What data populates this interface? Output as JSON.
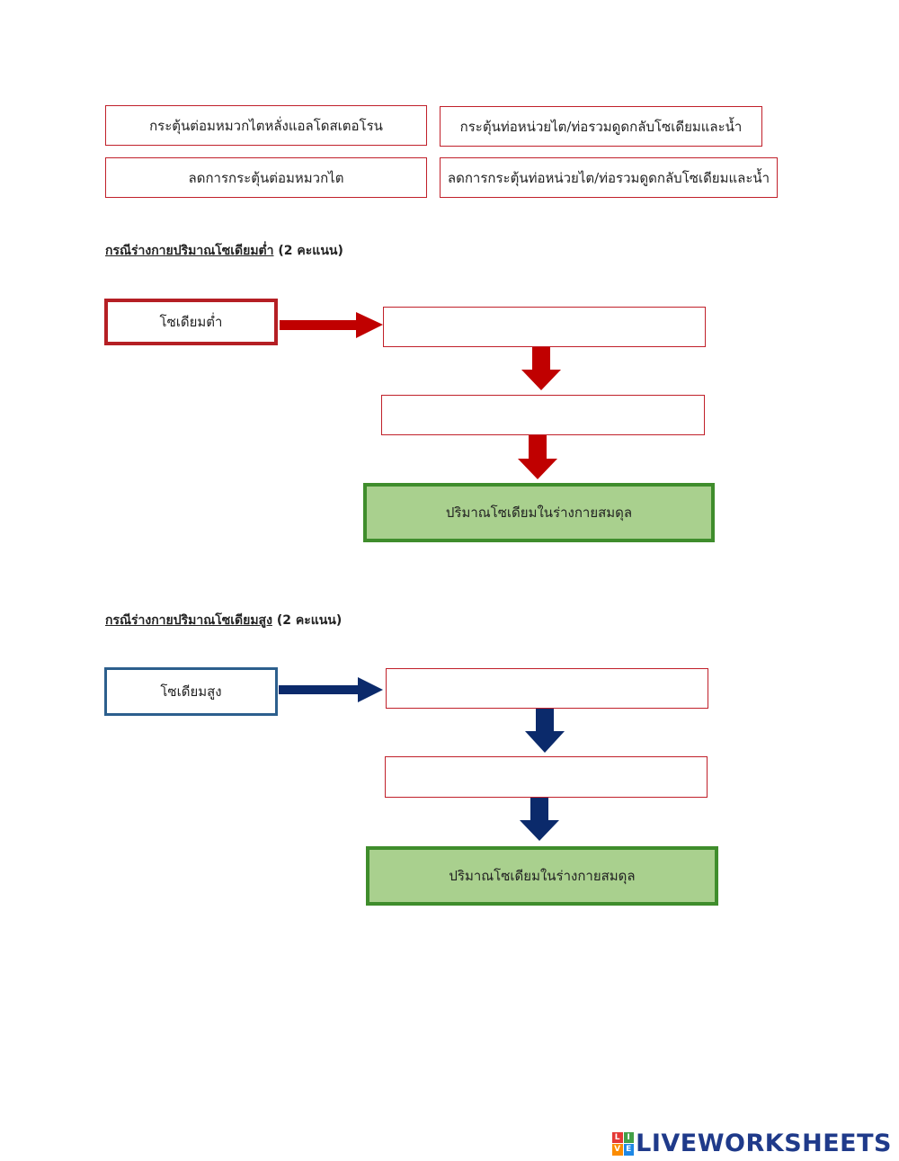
{
  "options": [
    "กระตุ้นต่อมหมวกไตหลั่งแอลโดสเตอโรน",
    "กระตุ้นท่อหน่วยไต/ท่อรวมดูดกลับโซเดียมและน้ำ",
    "ลดการกระตุ้นต่อมหมวกไต",
    "ลดการกระตุ้นท่อหน่วยไต/ท่อรวมดูดกลับโซเดียมและน้ำ"
  ],
  "low_case": {
    "heading": "กรณีร่างกายปริมาณโซเดียมต่ำ",
    "points": "(2 คะแนน)",
    "start_label": "โซเดียมต่ำ",
    "result_label": "ปริมาณโซเดียมในร่างกายสมดุล",
    "arrow_color": "#c00000"
  },
  "high_case": {
    "heading": "กรณีร่างกายปริมาณโซเดียมสูง",
    "points": "(2 คะแนน)",
    "start_label": "โซเดียมสูง",
    "result_label": "ปริมาณโซเดียมในร่างกายสมดุล",
    "arrow_color": "#0b2a6b"
  },
  "logo": {
    "text": "LIVEWORKSHEETS",
    "mark_letters": [
      "L",
      "I",
      "V",
      "E"
    ]
  }
}
